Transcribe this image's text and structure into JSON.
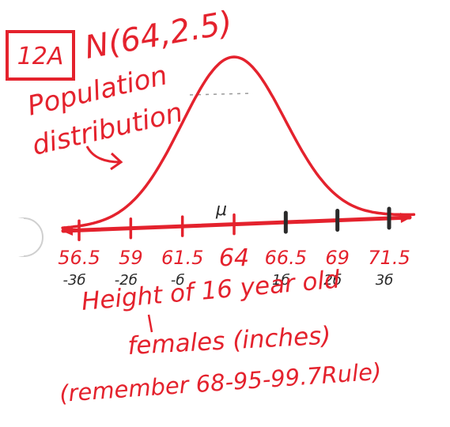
{
  "tag_label": "12A",
  "distribution_label": "N(64,2.5)",
  "population_line1": "Population",
  "population_line2": "distribution",
  "mu_symbol": "μ",
  "title_line1": "Height of 16 year old",
  "title_line2": "females (inches)",
  "reminder": "(remember 68-95-99.7Rule)",
  "colors": {
    "ink_red": "#e4222d",
    "ink_dark": "#2a2a2a"
  },
  "axis_values": [
    {
      "value": "56.5",
      "sigma": "-3б"
    },
    {
      "value": "59",
      "sigma": "-2б"
    },
    {
      "value": "61.5",
      "sigma": "-б"
    },
    {
      "value": "64",
      "sigma": ""
    },
    {
      "value": "66.5",
      "sigma": "1б"
    },
    {
      "value": "69",
      "sigma": "2б"
    },
    {
      "value": "71.5",
      "sigma": "3б"
    }
  ],
  "chart_data": {
    "type": "normal-curve",
    "mean": 64,
    "sd": 2.5,
    "xlim": [
      56.5,
      71.5
    ],
    "ticks": [
      56.5,
      59,
      61.5,
      64,
      66.5,
      69,
      71.5
    ]
  }
}
